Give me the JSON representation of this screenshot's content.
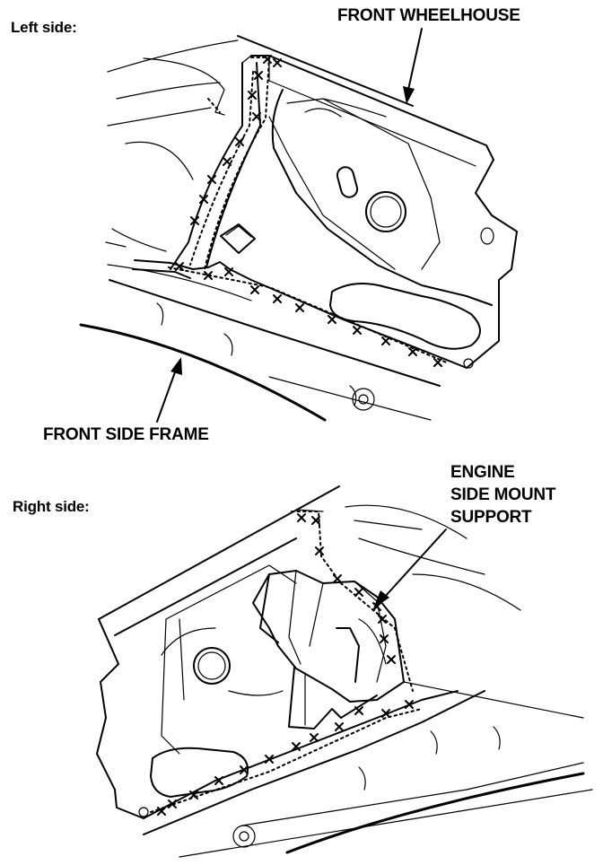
{
  "labels": {
    "left_side": "Left side:",
    "front_wheelhouse": "FRONT WHEELHOUSE",
    "front_side_frame": "FRONT SIDE FRAME",
    "right_side": "Right side:",
    "engine_mount": [
      "ENGINE",
      "SIDE MOUNT",
      "SUPPORT"
    ]
  },
  "icons": {
    "weld_mark": "x-mark",
    "weld_line": "dotted-line"
  },
  "colors": {
    "ink": "#000000",
    "paper": "#ffffff"
  }
}
